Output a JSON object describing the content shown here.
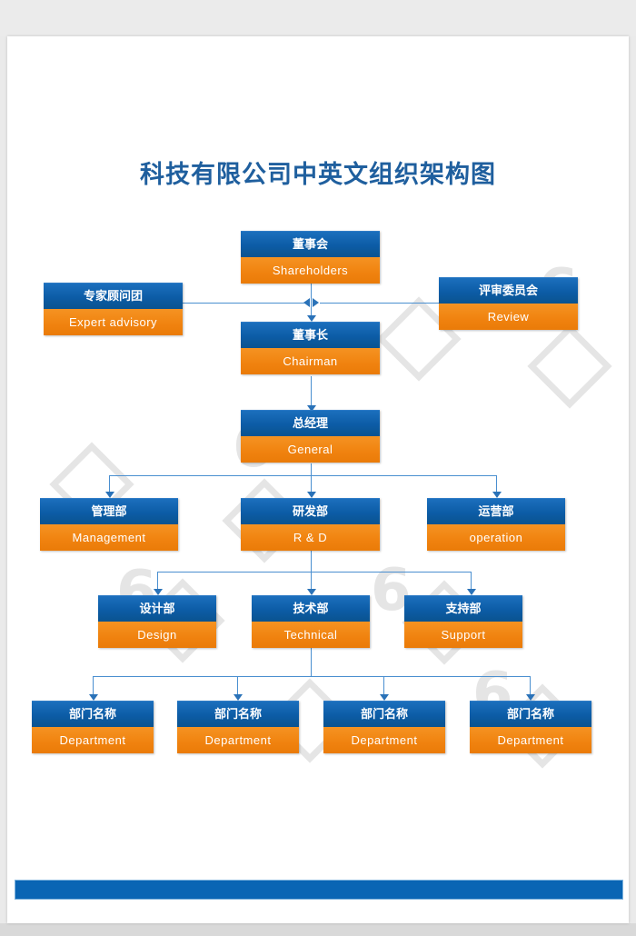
{
  "document": {
    "title": "科技有限公司中英文组织架构图",
    "background_color": "#ffffff",
    "canvas_color": "#eaeaea"
  },
  "theme": {
    "title_color": "#1f5f9e",
    "node_header_color": "#0c5ca6",
    "node_body_color": "#f0820f",
    "connector_color": "#4a8fd0",
    "footer_bar_color": "#0a65b4",
    "watermark_color": "#e3e3e3"
  },
  "watermark": {
    "label": "6 图图网"
  },
  "chart_data": {
    "type": "diagram",
    "diagram_type": "organization-chart",
    "title": "科技有限公司中英文组织架构图",
    "levels": [
      {
        "level": 1,
        "nodes": [
          {
            "id": "shareholders",
            "cn": "董事会",
            "en": "Shareholders"
          }
        ]
      },
      {
        "level": 2,
        "nodes": [
          {
            "id": "expert-advisory",
            "cn": "专家顾问团",
            "en": "Expert advisory"
          },
          {
            "id": "chairman",
            "cn": "董事长",
            "en": "Chairman"
          },
          {
            "id": "review",
            "cn": "评审委员会",
            "en": "Review"
          }
        ]
      },
      {
        "level": 3,
        "nodes": [
          {
            "id": "general",
            "cn": "总经理",
            "en": "General"
          }
        ]
      },
      {
        "level": 4,
        "nodes": [
          {
            "id": "management",
            "cn": "管理部",
            "en": "Management"
          },
          {
            "id": "rnd",
            "cn": "研发部",
            "en": "R & D"
          },
          {
            "id": "operation",
            "cn": "运营部",
            "en": "operation"
          }
        ]
      },
      {
        "level": 5,
        "nodes": [
          {
            "id": "design",
            "cn": "设计部",
            "en": "Design"
          },
          {
            "id": "technical",
            "cn": "技术部",
            "en": "Technical"
          },
          {
            "id": "support",
            "cn": "支持部",
            "en": "Support"
          }
        ]
      },
      {
        "level": 6,
        "nodes": [
          {
            "id": "dept-1",
            "cn": "部门名称",
            "en": "Department"
          },
          {
            "id": "dept-2",
            "cn": "部门名称",
            "en": "Department"
          },
          {
            "id": "dept-3",
            "cn": "部门名称",
            "en": "Department"
          },
          {
            "id": "dept-4",
            "cn": "部门名称",
            "en": "Department"
          }
        ]
      }
    ],
    "edges": [
      {
        "from": "shareholders",
        "to": "chairman"
      },
      {
        "from": "expert-advisory",
        "to": "chairman"
      },
      {
        "from": "review",
        "to": "chairman"
      },
      {
        "from": "chairman",
        "to": "general"
      },
      {
        "from": "general",
        "to": "management"
      },
      {
        "from": "general",
        "to": "rnd"
      },
      {
        "from": "general",
        "to": "operation"
      },
      {
        "from": "rnd",
        "to": "design"
      },
      {
        "from": "rnd",
        "to": "technical"
      },
      {
        "from": "rnd",
        "to": "support"
      },
      {
        "from": "technical",
        "to": "dept-1"
      },
      {
        "from": "technical",
        "to": "dept-2"
      },
      {
        "from": "technical",
        "to": "dept-3"
      },
      {
        "from": "technical",
        "to": "dept-4"
      }
    ]
  }
}
